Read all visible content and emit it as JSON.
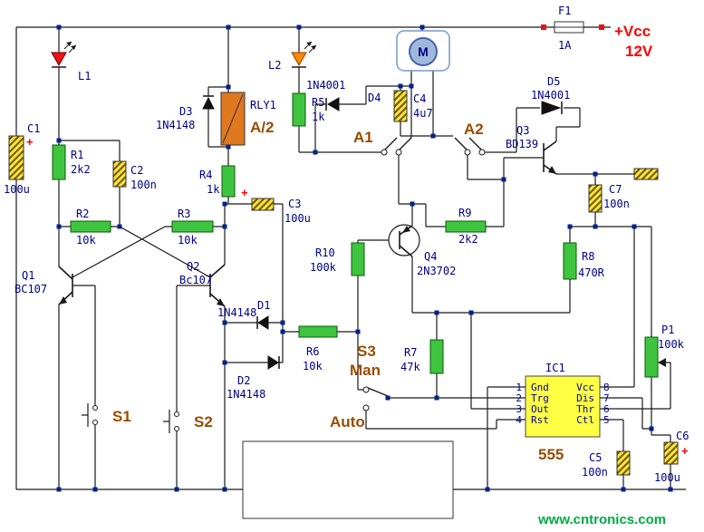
{
  "power": {
    "fuse_name": "F1",
    "fuse_rating": "1A",
    "vcc_label": "+Vcc",
    "vcc_value": "12V"
  },
  "components": {
    "L1": {
      "name": "L1"
    },
    "L2": {
      "name": "L2"
    },
    "C1": {
      "name": "C1",
      "value": "100u",
      "polarity": "+"
    },
    "C2": {
      "name": "C2",
      "value": "100n"
    },
    "C3": {
      "name": "C3",
      "value": "100u",
      "polarity": "+"
    },
    "C4": {
      "name": "C4",
      "value": "4u7"
    },
    "C5": {
      "name": "C5",
      "value": "100n"
    },
    "C6": {
      "name": "C6",
      "value": "100u",
      "polarity": "+"
    },
    "C7": {
      "name": "C7",
      "value": "100n"
    },
    "R1": {
      "name": "R1",
      "value": "2k2"
    },
    "R2": {
      "name": "R2",
      "value": "10k"
    },
    "R3": {
      "name": "R3",
      "value": "10k"
    },
    "R4": {
      "name": "R4",
      "value": "1k"
    },
    "R5": {
      "name": "R5",
      "value": "1k"
    },
    "R6": {
      "name": "R6",
      "value": "10k"
    },
    "R7": {
      "name": "R7",
      "value": "47k"
    },
    "R8": {
      "name": "R8",
      "value": "470R"
    },
    "R9": {
      "name": "R9",
      "value": "2k2"
    },
    "R10": {
      "name": "R10",
      "value": "100k"
    },
    "P1": {
      "name": "P1",
      "value": "100k"
    },
    "D1": {
      "name": "D1",
      "value": "1N4148"
    },
    "D2": {
      "name": "D2",
      "value": "1N4148"
    },
    "D3": {
      "name": "D3",
      "value": "1N4148"
    },
    "D4": {
      "name": "D4",
      "value": "1N4001"
    },
    "D5": {
      "name": "D5",
      "value": "1N4001"
    },
    "Q1": {
      "name": "Q1",
      "value": "BC107"
    },
    "Q2": {
      "name": "Q2",
      "value": "Bc107"
    },
    "Q3": {
      "name": "Q3",
      "value": "BD139"
    },
    "Q4": {
      "name": "Q4",
      "value": "2N3702"
    },
    "RLY1": {
      "name": "RLY1",
      "value": "A/2"
    },
    "M": {
      "name": "M"
    },
    "S1": {
      "name": "S1"
    },
    "S2": {
      "name": "S2"
    },
    "S3": {
      "name": "S3",
      "pos_man": "Man",
      "pos_auto": "Auto"
    },
    "A1": {
      "name": "A1"
    },
    "A2": {
      "name": "A2"
    },
    "IC1": {
      "name": "IC1",
      "value": "555",
      "pins_left": [
        {
          "num": "1",
          "label": "Gnd"
        },
        {
          "num": "2",
          "label": "Trg"
        },
        {
          "num": "3",
          "label": "Out"
        },
        {
          "num": "4",
          "label": "Rst"
        }
      ],
      "pins_right": [
        {
          "num": "8",
          "label": "Vcc"
        },
        {
          "num": "7",
          "label": "Dis"
        },
        {
          "num": "6",
          "label": "Thr"
        },
        {
          "num": "5",
          "label": "Ctl"
        }
      ]
    }
  },
  "watermark": "www.cntronics.com"
}
